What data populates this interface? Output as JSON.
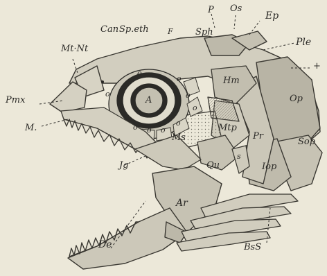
{
  "labels": {
    "p_top": "P",
    "os": "Os",
    "ep": "Ep",
    "can": "Can",
    "speth": "Sp.eth",
    "f": "F",
    "sph": "Sph",
    "ple": "Ple",
    "mt_nt": "Mt·Nt",
    "plus": "+",
    "pmx": "Pmx",
    "hm": "Hm",
    "a": "A",
    "op": "Op",
    "mtp": "Mtp",
    "pr": "Pr",
    "ms": "Ms",
    "sop": "Sop",
    "m": "M.",
    "s": "s",
    "iop": "Iop",
    "qu": "Qu",
    "jg": "Jg",
    "ar": "Ar",
    "de": "De",
    "bss": "BsS",
    "o": "o"
  }
}
